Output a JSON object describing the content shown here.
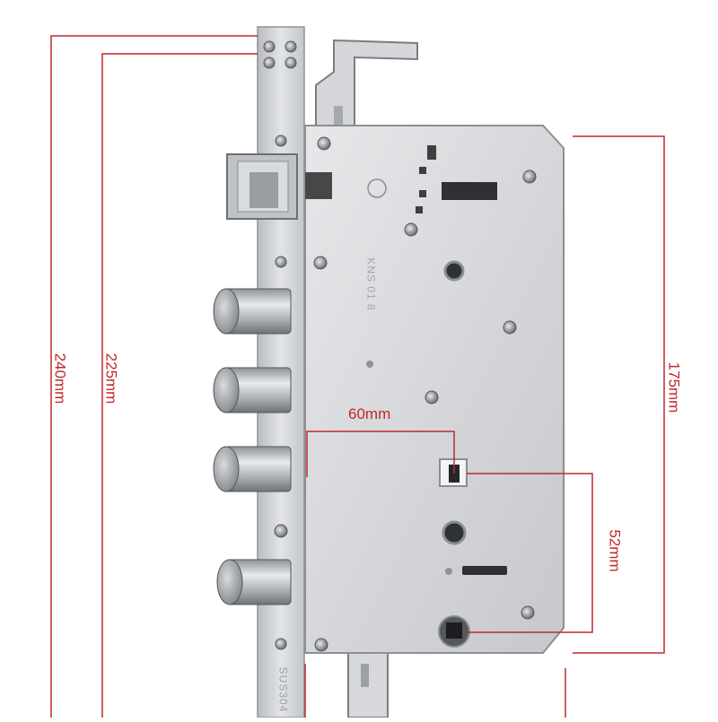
{
  "dimensions": {
    "total_height": "240mm",
    "faceplate_height": "225mm",
    "case_height": "175mm",
    "backset": "60mm",
    "center_distance": "52mm"
  },
  "markings": {
    "faceplate_stamp": "SUS304",
    "case_engraving": "KNS 01 8"
  },
  "colors": {
    "dimension_line": "#c0282b",
    "steel": "#c9ccd0",
    "background": "#ffffff"
  }
}
